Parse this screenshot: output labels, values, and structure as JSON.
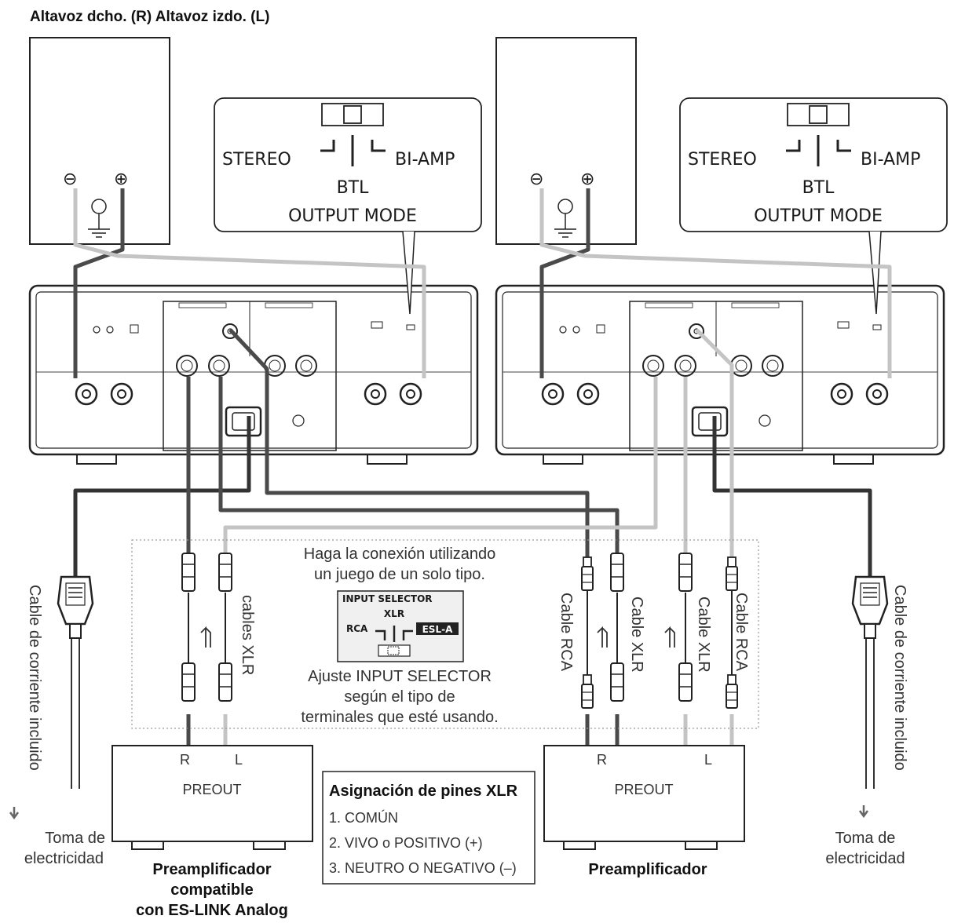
{
  "header": {
    "title": "Altavoz dcho. (R) Altavoz izdo. (L)"
  },
  "callout": {
    "stereo": "STEREO",
    "bi_amp": "BI-AMP",
    "btl": "BTL",
    "output_mode": "OUTPUT MODE"
  },
  "speaker": {
    "minus": "⊖",
    "plus": "⊕"
  },
  "center_note": {
    "line1": "Haga la conexión utilizando",
    "line2": "un juego de un solo tipo.",
    "line3": "Ajuste INPUT SELECTOR",
    "line4": "según el tipo de",
    "line5": "terminales que esté usando."
  },
  "selector_box": {
    "title": "INPUT SELECTOR",
    "xlr": "XLR",
    "rca": "RCA",
    "esl": "ESL-A"
  },
  "cables": {
    "xlr_plural": "cables XLR",
    "rca": "Cable RCA",
    "xlr": "Cable XLR",
    "power": "Cable de corriente incluido"
  },
  "outlet": {
    "line1": "Toma de",
    "line2": "electricidad"
  },
  "preamp_left": {
    "r": "R",
    "l": "L",
    "label": "PREOUT",
    "caption1": "Preamplificador",
    "caption2": "compatible",
    "caption3": "con ES-LINK Analog"
  },
  "preamp_right": {
    "r": "R",
    "l": "L",
    "label": "PREOUT",
    "caption": "Preamplificador"
  },
  "pin_box": {
    "title": "Asignación de pines XLR",
    "pin1": "1. COMÚN",
    "pin2": "2. VIVO o POSITIVO (+)",
    "pin3": "3. NEUTRO O NEGATIVO (–)"
  },
  "colors": {
    "dark_cable": "#4a4a4a",
    "light_cable": "#c4c4c4",
    "line": "#222222"
  }
}
